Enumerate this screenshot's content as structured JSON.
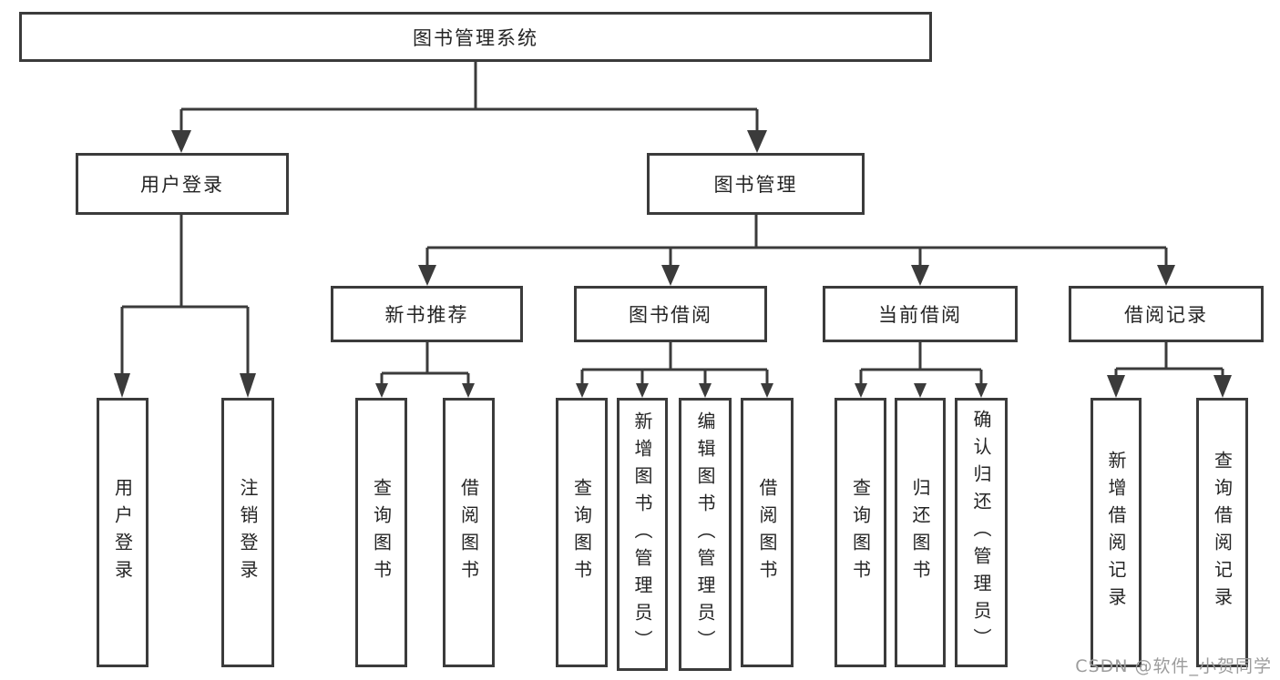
{
  "colors": {
    "background": "#ffffff",
    "line": "#3b3b3b",
    "box_border": "#3b3b3b",
    "text": "#242424",
    "watermark": "#9c9c9c"
  },
  "tree": {
    "root": {
      "label": "图书管理系统"
    },
    "children": [
      {
        "label": "用户登录",
        "children": [
          {
            "label": "用户登录"
          },
          {
            "label": "注销登录"
          }
        ]
      },
      {
        "label": "图书管理",
        "children": [
          {
            "label": "新书推荐",
            "children": [
              {
                "label": "查询图书"
              },
              {
                "label": "借阅图书"
              }
            ]
          },
          {
            "label": "图书借阅",
            "children": [
              {
                "label": "查询图书"
              },
              {
                "label": "新增图书（管理员）"
              },
              {
                "label": "编辑图书（管理员）"
              },
              {
                "label": "借阅图书"
              }
            ]
          },
          {
            "label": "当前借阅",
            "children": [
              {
                "label": "查询图书"
              },
              {
                "label": "归还图书"
              },
              {
                "label": "确认归还（管理员）"
              }
            ]
          },
          {
            "label": "借阅记录",
            "children": [
              {
                "label": "新增借阅记录"
              },
              {
                "label": "查询借阅记录"
              }
            ]
          }
        ]
      }
    ]
  },
  "watermark": {
    "text": "CSDN @软件_小贺同学"
  }
}
